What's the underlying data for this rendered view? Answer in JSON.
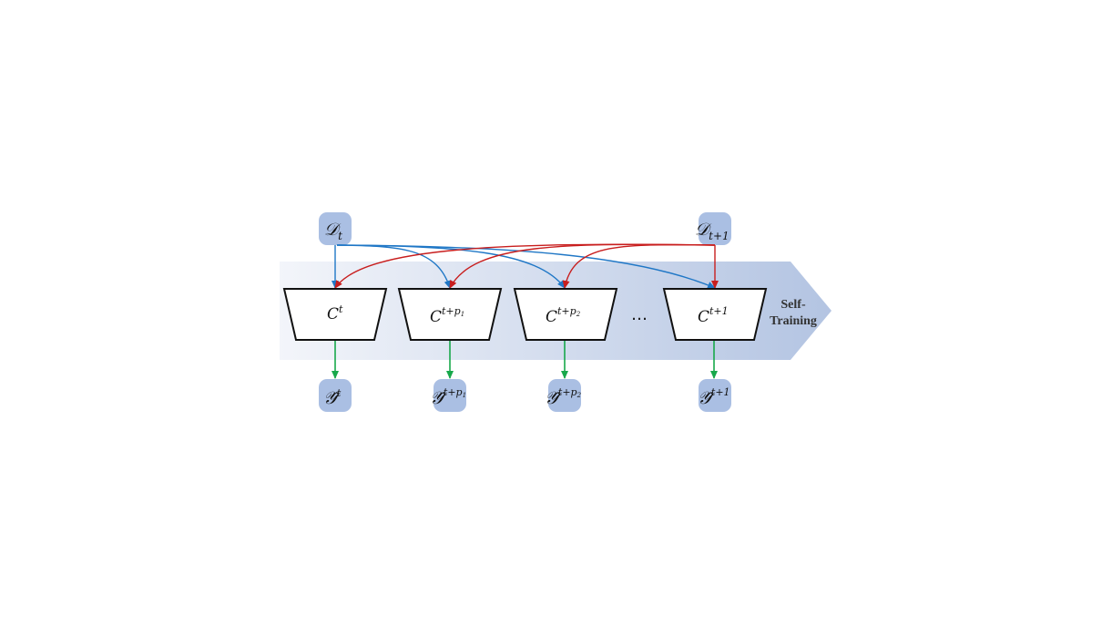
{
  "diagram": {
    "band_label_line1": "Self-",
    "band_label_line2": "Training",
    "ellipsis": "…",
    "colors": {
      "band_start": "#f3f5fa",
      "band_end": "#b3c4e2",
      "token_fill": "#aabfe3",
      "blue_arrow": "#1f77c6",
      "red_arrow": "#c81e1e",
      "green_arrow": "#17a84b",
      "block_stroke": "#111111"
    },
    "inputs": [
      {
        "id": "D_t",
        "base": "𝒟",
        "sub": "t"
      },
      {
        "id": "D_t1",
        "base": "𝒟",
        "sub": "t+1"
      }
    ],
    "classifiers": [
      {
        "id": "C_t",
        "base": "C",
        "sup": "t"
      },
      {
        "id": "C_tp1",
        "base": "C",
        "sup": "t+p",
        "sup_sub": "1"
      },
      {
        "id": "C_tp2",
        "base": "C",
        "sup": "t+p",
        "sup_sub": "2"
      },
      {
        "id": "C_t1",
        "base": "C",
        "sup": "t+1"
      }
    ],
    "outputs": [
      {
        "id": "Y_t",
        "base": "𝒴̂",
        "sup": "t"
      },
      {
        "id": "Y_tp1",
        "base": "𝒴̂",
        "sup": "t+p",
        "sup_sub": "1"
      },
      {
        "id": "Y_tp2",
        "base": "𝒴̂",
        "sup": "t+p",
        "sup_sub": "2"
      },
      {
        "id": "Y_t1",
        "base": "𝒴̂",
        "sup": "t+1"
      }
    ]
  }
}
